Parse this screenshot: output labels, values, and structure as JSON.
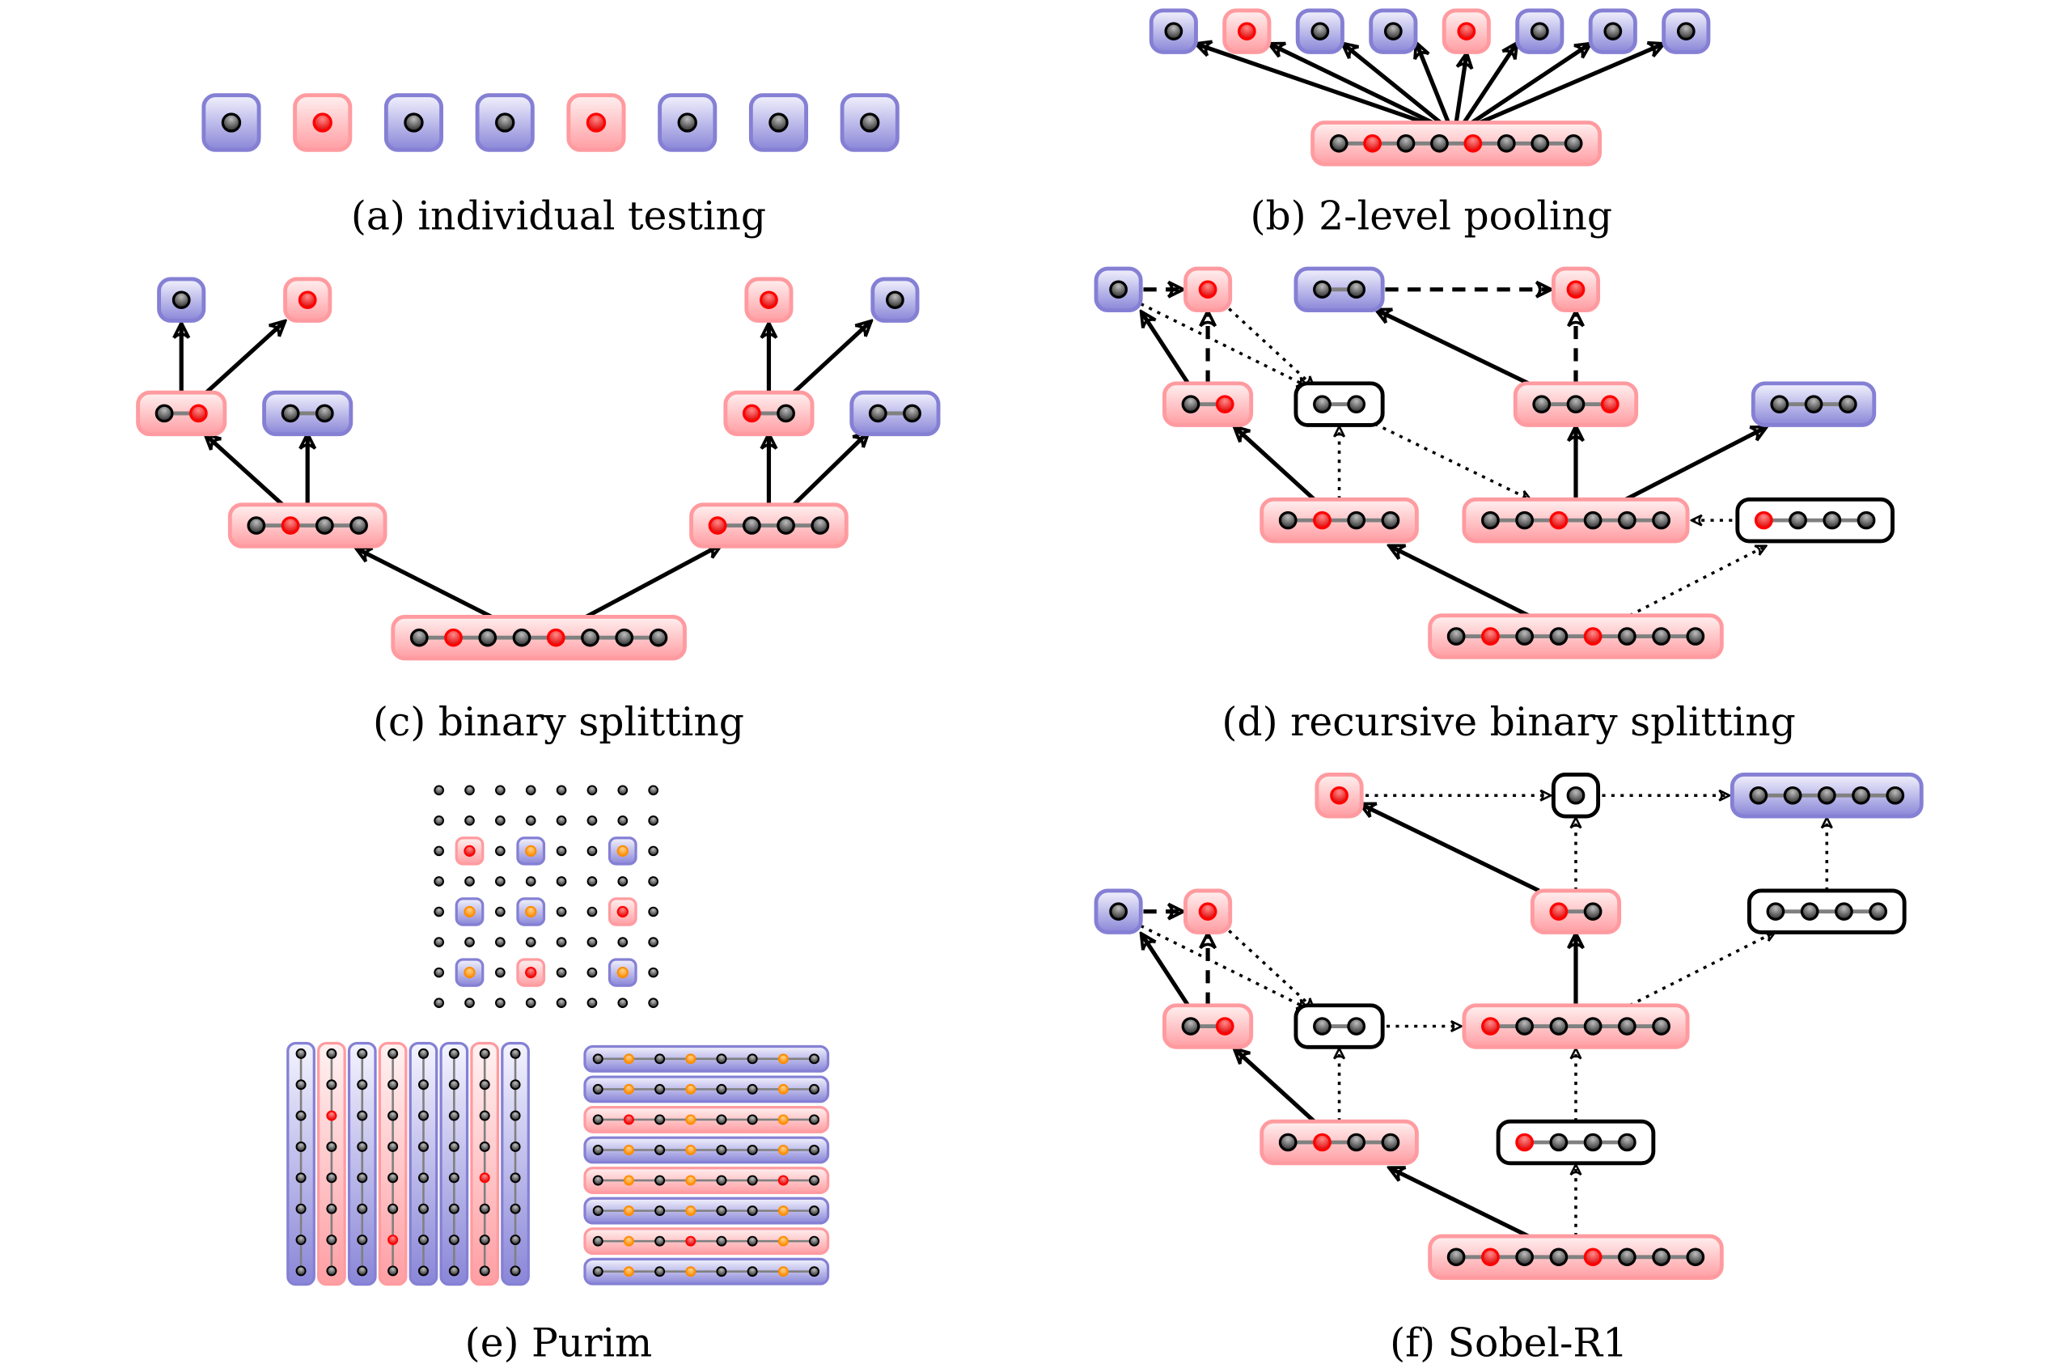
{
  "figure": {
    "colors": {
      "positive_fill_top": "#ffecec",
      "positive_fill_bottom": "#ff9fa3",
      "positive_border": "#ff9ba0",
      "negative_fill_top": "#eeeefc",
      "negative_fill_bottom": "#8c88d8",
      "negative_border": "#8580d4",
      "unknown_border": "#000000",
      "infected_sample": "#ff0000",
      "healthy_sample": "#3a3a3a",
      "excluded_sample": "#ff9a1a"
    },
    "legend_semantics": {
      "red_pool": "positive test",
      "blue_pool": "negative test",
      "white_pool": "inferred / not tested",
      "red_dot": "infected sample",
      "black_dot": "healthy sample",
      "orange_dot": "sample cleared by negative pool"
    }
  },
  "panels": [
    {
      "id": "a",
      "caption": "(a) individual testing",
      "tests": [
        "neg:h",
        "pos:i",
        "neg:h",
        "neg:h",
        "pos:i",
        "neg:h",
        "neg:h",
        "neg:h"
      ]
    },
    {
      "id": "b",
      "caption": "(b) 2-level pooling",
      "pool": "pos:h-i-h-h-i-h-h-h",
      "tests": [
        "neg:h",
        "pos:i",
        "neg:h",
        "neg:h",
        "pos:i",
        "neg:h",
        "neg:h",
        "neg:h"
      ]
    },
    {
      "id": "c",
      "caption": "(c) binary splitting",
      "nodes": [
        {
          "id": "root",
          "pool": "pos:h-i-h-h-i-h-h-h"
        },
        {
          "id": "L",
          "pool": "pos:h-i-h-h",
          "parent": "root"
        },
        {
          "id": "R",
          "pool": "pos:i-h-h-h",
          "parent": "root"
        },
        {
          "id": "LL",
          "pool": "pos:h-i",
          "parent": "L"
        },
        {
          "id": "LR",
          "pool": "neg:h-h",
          "parent": "L"
        },
        {
          "id": "RL",
          "pool": "pos:i-h",
          "parent": "R"
        },
        {
          "id": "RR",
          "pool": "neg:h-h",
          "parent": "R"
        },
        {
          "id": "LLa",
          "pool": "neg:h",
          "parent": "LL"
        },
        {
          "id": "LLb",
          "pool": "pos:i",
          "parent": "LL"
        },
        {
          "id": "RLa",
          "pool": "pos:i",
          "parent": "RL"
        },
        {
          "id": "RLb",
          "pool": "neg:h",
          "parent": "RL"
        }
      ]
    },
    {
      "id": "d",
      "caption": "(d) recursive binary splitting",
      "nodes": [
        {
          "id": "root",
          "pool": "pos:h-i-h-h-i-h-h-h"
        },
        {
          "id": "p4",
          "pool": "pos:h-i-h-h"
        },
        {
          "id": "u4",
          "pool": "unk:i-h-h-h"
        },
        {
          "id": "p6",
          "pool": "pos:h-h-i-h-h-h"
        },
        {
          "id": "p2",
          "pool": "pos:h-i"
        },
        {
          "id": "u2",
          "pool": "unk:h-h"
        },
        {
          "id": "p3",
          "pool": "pos:h-h-i"
        },
        {
          "id": "n3",
          "pool": "neg:h-h-h"
        },
        {
          "id": "n1",
          "pool": "neg:h"
        },
        {
          "id": "r1",
          "pool": "pos:i"
        },
        {
          "id": "n2",
          "pool": "neg:h-h"
        },
        {
          "id": "r1b",
          "pool": "pos:i"
        }
      ]
    },
    {
      "id": "e",
      "caption": "(e) Purim",
      "grid_size": 8,
      "grid_tests": [
        {
          "row": 3,
          "col": 2,
          "result": "pos",
          "sample": "i"
        },
        {
          "row": 3,
          "col": 4,
          "result": "neg",
          "sample": "x"
        },
        {
          "row": 3,
          "col": 7,
          "result": "neg",
          "sample": "x"
        },
        {
          "row": 5,
          "col": 2,
          "result": "neg",
          "sample": "x"
        },
        {
          "row": 5,
          "col": 4,
          "result": "neg",
          "sample": "x"
        },
        {
          "row": 5,
          "col": 7,
          "result": "pos",
          "sample": "i"
        },
        {
          "row": 7,
          "col": 2,
          "result": "neg",
          "sample": "x"
        },
        {
          "row": 7,
          "col": 4,
          "result": "pos",
          "sample": "i"
        },
        {
          "row": 7,
          "col": 7,
          "result": "neg",
          "sample": "x"
        }
      ],
      "column_pools": [
        "neg",
        "pos",
        "neg",
        "pos",
        "neg",
        "neg",
        "pos",
        "neg"
      ],
      "column_infected": [
        {
          "col": 2,
          "row": 3
        },
        {
          "col": 4,
          "row": 7
        },
        {
          "col": 7,
          "row": 5
        }
      ],
      "row_pools": [
        "neg",
        "neg",
        "pos",
        "neg",
        "pos",
        "neg",
        "pos",
        "neg"
      ],
      "row_orange_cols": [
        2,
        4,
        7
      ],
      "row_infected": [
        {
          "row": 3,
          "col": 2
        },
        {
          "row": 5,
          "col": 7
        },
        {
          "row": 7,
          "col": 4
        }
      ]
    },
    {
      "id": "f",
      "caption": "(f) Sobel-R1",
      "nodes": [
        {
          "id": "root",
          "pool": "pos:h-i-h-h-i-h-h-h"
        },
        {
          "id": "p4",
          "pool": "pos:h-i-h-h"
        },
        {
          "id": "u4",
          "pool": "unk:i-h-h-h"
        },
        {
          "id": "p2",
          "pool": "pos:h-i"
        },
        {
          "id": "u2",
          "pool": "unk:h-h"
        },
        {
          "id": "p6",
          "pool": "pos:i-h-h-h-h-h"
        },
        {
          "id": "n1",
          "pool": "neg:h"
        },
        {
          "id": "r1",
          "pool": "pos:i"
        },
        {
          "id": "p2b",
          "pool": "pos:i-h"
        },
        {
          "id": "u4b",
          "pool": "unk:h-h-h-h"
        },
        {
          "id": "r1b",
          "pool": "pos:i"
        },
        {
          "id": "u1",
          "pool": "unk:h"
        },
        {
          "id": "n5",
          "pool": "neg:h-h-h-h-h"
        }
      ]
    }
  ]
}
